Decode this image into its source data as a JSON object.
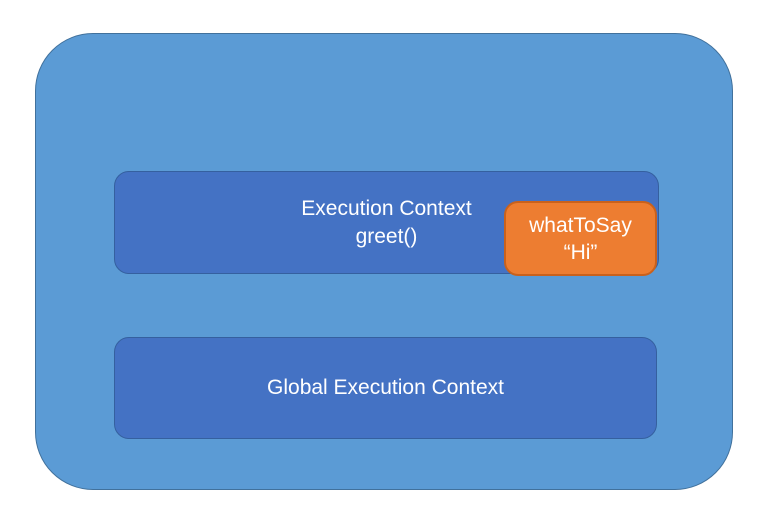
{
  "boxes": {
    "function_context": {
      "title": "Execution Context",
      "function_name": "greet()"
    },
    "variable": {
      "name": "whatToSay",
      "value": "“Hi”"
    },
    "global_context": {
      "title": "Global Execution Context"
    }
  },
  "colors": {
    "outer_fill": "#5b9bd5",
    "outer_border": "#41719c",
    "inner_fill": "#4472c4",
    "inner_border": "#35609f",
    "variable_fill": "#ed7d31",
    "variable_border": "#c9611c",
    "text": "#ffffff"
  }
}
